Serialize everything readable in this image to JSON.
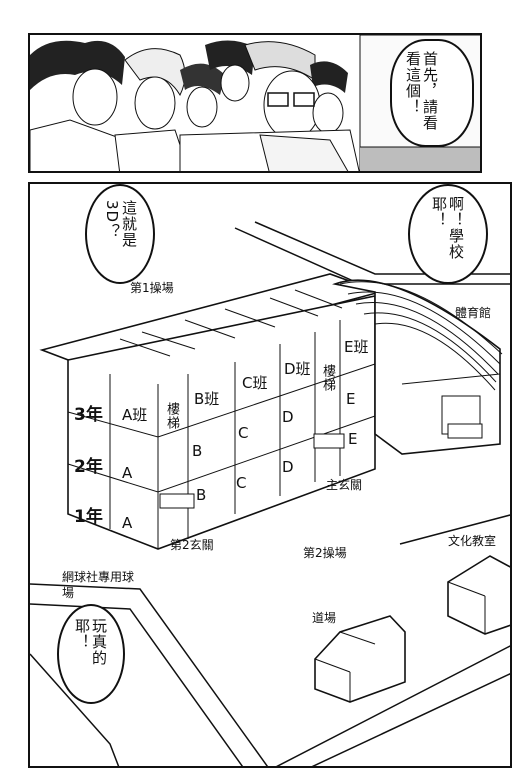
{
  "top_panel": {
    "speech": "首先，請看看這個！"
  },
  "map_panel": {
    "bubble_left": "這就是3D？",
    "bubble_right": "啊！學校耶！",
    "bubble_bottom": "玩真的耶！",
    "labels": {
      "field1": "第1操場",
      "gym": "體育館",
      "main_entrance": "主玄關",
      "entrance2": "第2玄關",
      "field2": "第2操場",
      "culture_room": "文化教室",
      "tennis": "網球社專用球場",
      "dojo": "道場",
      "stairs": "樓梯"
    },
    "grades": [
      "3年",
      "2年",
      "1年"
    ],
    "classes": {
      "row3": [
        "A班",
        "B班",
        "C班",
        "D班",
        "E班"
      ],
      "row2": [
        "A",
        "B",
        "C",
        "D",
        "E"
      ],
      "row1": [
        "A",
        "B",
        "C",
        "D"
      ]
    }
  }
}
